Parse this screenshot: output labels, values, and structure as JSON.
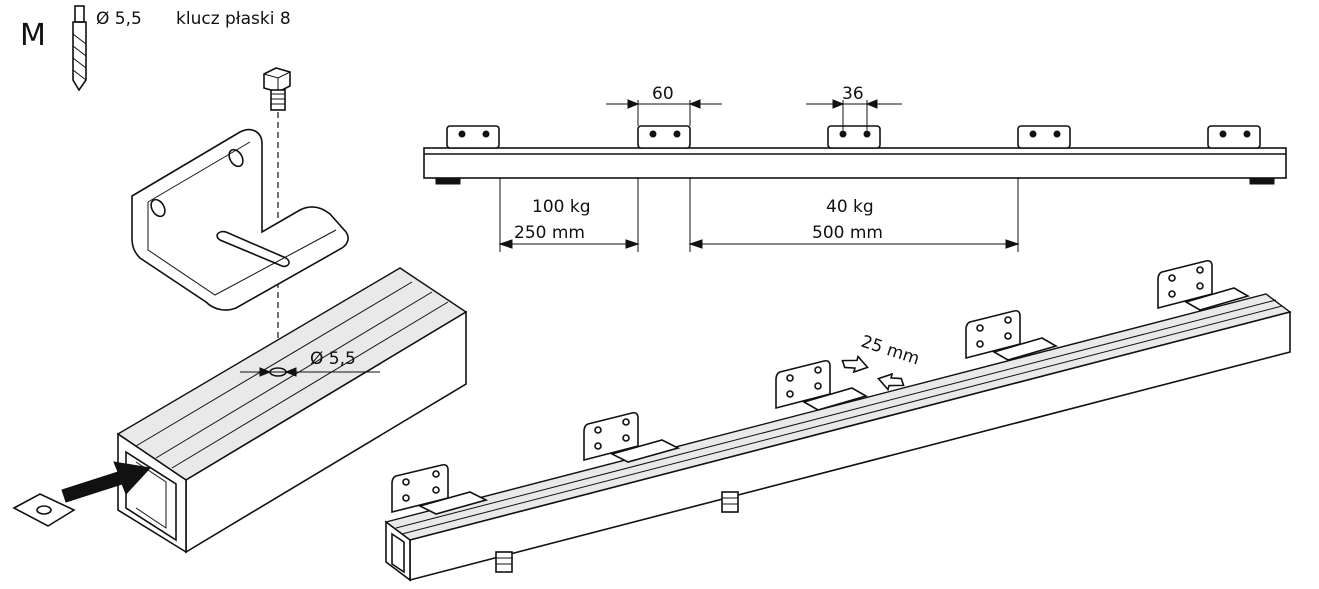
{
  "header": {
    "kit_letter": "M",
    "drill_diameter": "Ø 5,5",
    "wrench": "klucz płaski 8"
  },
  "detail": {
    "hole_diameter": "Ø 5,5"
  },
  "top_view": {
    "dim_bracket_width": "60",
    "dim_hole_spacing": "36",
    "load_end": "100 kg",
    "spacing_end": "250 mm",
    "load_middle": "40 kg",
    "spacing_middle": "500 mm"
  },
  "perspective": {
    "adjustment": "25 mm"
  }
}
